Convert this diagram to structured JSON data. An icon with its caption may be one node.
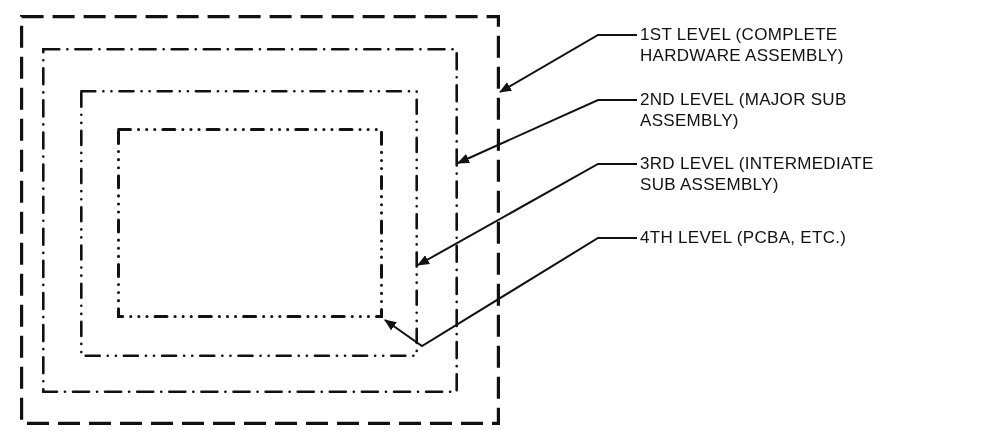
{
  "diagram": {
    "nodes": [
      {
        "text": [],
        "shape": "box"
      },
      {
        "text": [],
        "shape": "box",
        "in": 0
      },
      {
        "text": [],
        "shape": "box",
        "in": 1
      },
      {
        "text": [],
        "shape": "box",
        "in": 2
      },
      {
        "text": [
          "1ST LEVEL (COMPLETE HARDWARE ASSEMBLY)"
        ]
      },
      {
        "text": [
          "2ND LEVEL (MAJOR SUB ASSEMBLY)"
        ]
      },
      {
        "text": [
          "3RD LEVEL (INTERMEDIATE SUB ASSEMBLY)"
        ]
      },
      {
        "text": [
          "4TH LEVEL (PCBA, ETC.)"
        ]
      }
    ],
    "edges": [
      {
        "from": 4,
        "to": 0,
        "arrow": "to"
      },
      {
        "from": 5,
        "to": 1,
        "arrow": "to"
      },
      {
        "from": 6,
        "to": 2,
        "arrow": "to"
      },
      {
        "from": 7,
        "to": 3,
        "arrow": "to"
      }
    ]
  }
}
